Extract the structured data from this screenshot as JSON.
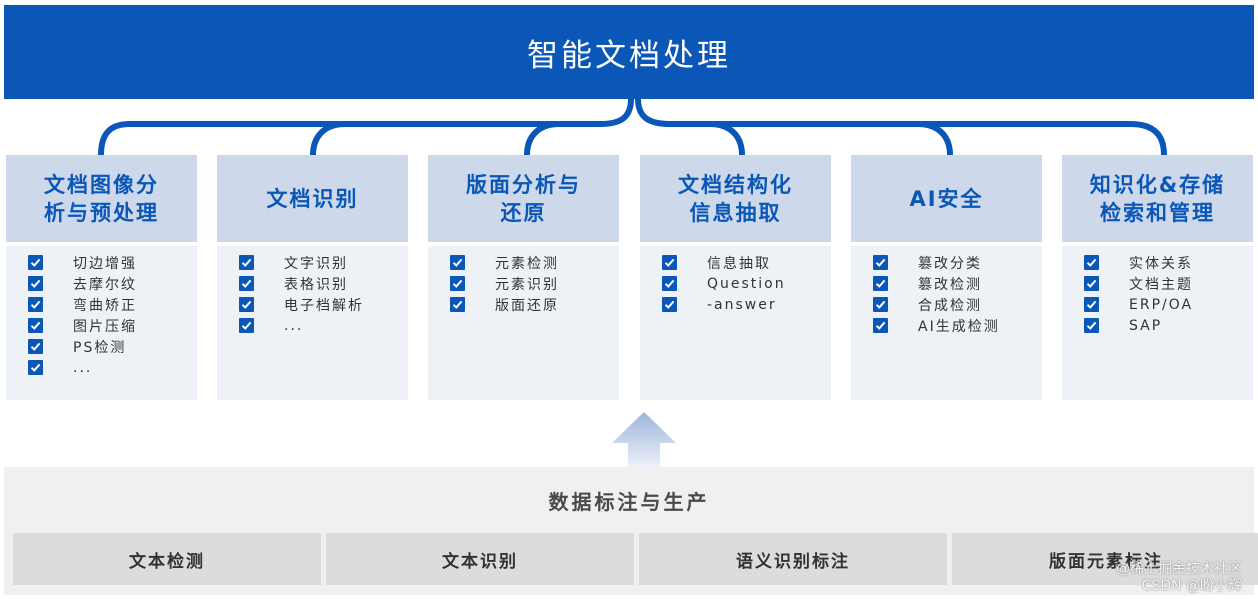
{
  "title": "智能文档处理",
  "modules": [
    {
      "title_lines": [
        "文档图像分",
        "析与预处理"
      ],
      "items": [
        "切边增强",
        "去摩尔纹",
        "弯曲矫正",
        "图片压缩",
        "PS检测",
        "..."
      ]
    },
    {
      "title_lines": [
        "文档识别"
      ],
      "items": [
        "文字识别",
        "表格识别",
        "电子档解析",
        "..."
      ]
    },
    {
      "title_lines": [
        "版面分析与",
        "还原"
      ],
      "items": [
        "元素检测",
        "元素识别",
        "版面还原"
      ]
    },
    {
      "title_lines": [
        "文档结构化",
        "信息抽取"
      ],
      "items": [
        "信息抽取",
        "Question",
        "-answer"
      ]
    },
    {
      "title_lines": [
        "AI安全"
      ],
      "items": [
        "篡改分类",
        "篡改检测",
        "合成检测",
        "AI生成检测"
      ]
    },
    {
      "title_lines": [
        "知识化&存储",
        "检索和管理"
      ],
      "items": [
        "实体关系",
        "文档主题",
        "ERP/OA",
        "SAP"
      ]
    }
  ],
  "foundation": {
    "title": "数据标注与生产",
    "tasks": [
      "文本检测",
      "文本识别",
      "语义识别标注",
      "版面元素标注"
    ]
  },
  "watermark": [
    "@稀土掘金技术社区",
    "CSDN @盼小辉"
  ],
  "colors": {
    "primary": "#0A57B7",
    "card_head": "#CDD9EB",
    "card_body": "#EEF2F7",
    "panel": "#F0F0F0",
    "pill": "#DCDCDC",
    "arrow": "#B9C9E4"
  }
}
